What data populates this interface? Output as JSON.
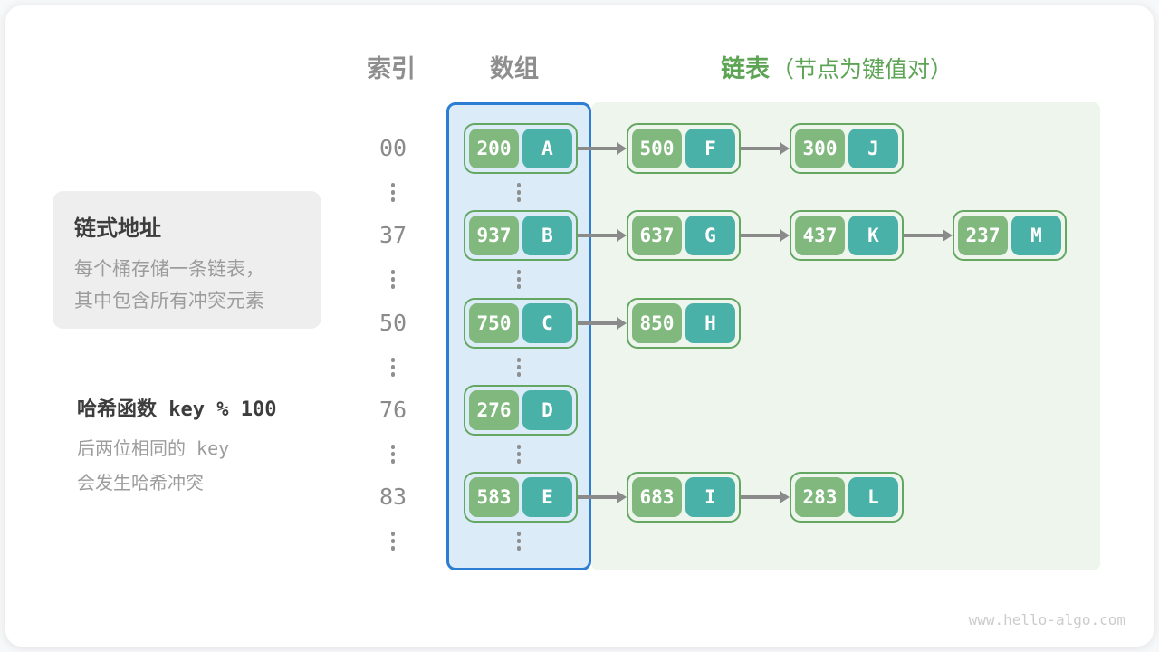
{
  "headers": {
    "index": "索引",
    "array": "数组",
    "list": "链表",
    "list_note": "（节点为键值对）"
  },
  "concept_box": {
    "title": "链式地址",
    "lines": [
      "每个桶存储一条链表，",
      "其中包含所有冲突元素"
    ]
  },
  "hash_note": {
    "title": "哈希函数 key % 100",
    "lines": [
      "后两位相同的 key",
      "会发生哈希冲突"
    ]
  },
  "hash_table": {
    "rows": [
      {
        "index": "00",
        "bucket": {
          "key": "200",
          "value": "A"
        },
        "chain": [
          {
            "key": "500",
            "value": "F"
          },
          {
            "key": "300",
            "value": "J"
          }
        ]
      },
      {
        "index": "37",
        "bucket": {
          "key": "937",
          "value": "B"
        },
        "chain": [
          {
            "key": "637",
            "value": "G"
          },
          {
            "key": "437",
            "value": "K"
          },
          {
            "key": "237",
            "value": "M"
          }
        ]
      },
      {
        "index": "50",
        "bucket": {
          "key": "750",
          "value": "C"
        },
        "chain": [
          {
            "key": "850",
            "value": "H"
          }
        ]
      },
      {
        "index": "76",
        "bucket": {
          "key": "276",
          "value": "D"
        },
        "chain": []
      },
      {
        "index": "83",
        "bucket": {
          "key": "583",
          "value": "E"
        },
        "chain": [
          {
            "key": "683",
            "value": "I"
          },
          {
            "key": "283",
            "value": "L"
          }
        ]
      }
    ]
  },
  "watermark": "www.hello-algo.com",
  "colors": {
    "key_green": "#80b87d",
    "value_teal": "#49b1a8",
    "node_border": "#63a763",
    "array_border": "#2d7ed3",
    "array_bg": "#dcebf8",
    "list_bg": "#edf5ec",
    "header_green": "#5da455"
  }
}
